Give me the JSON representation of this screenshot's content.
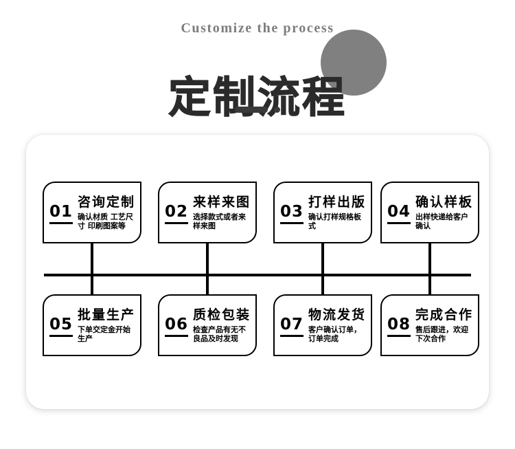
{
  "header": {
    "eyebrow": "Customize the process",
    "title": "定制流程",
    "circle_color": "#808080",
    "divider_color": "#3a3a3a"
  },
  "flow": {
    "line_color": "#000000",
    "steps": [
      {
        "num": "01",
        "title": "咨询定制",
        "desc": "确认材质 工艺尺寸 印刷图案等",
        "row": "top"
      },
      {
        "num": "02",
        "title": "来样来图",
        "desc": "选择款式或者来样来图",
        "row": "top"
      },
      {
        "num": "03",
        "title": "打样出版",
        "desc": "确认打样规格板式",
        "row": "top"
      },
      {
        "num": "04",
        "title": "确认样板",
        "desc": "出样快递给客户确认",
        "row": "top"
      },
      {
        "num": "05",
        "title": "批量生产",
        "desc": "下单交定金开始生产",
        "row": "bottom"
      },
      {
        "num": "06",
        "title": "质检包装",
        "desc": "检查产品有无不良品及时发现",
        "row": "bottom"
      },
      {
        "num": "07",
        "title": "物流发货",
        "desc": "客户确认订单，订单完成",
        "row": "bottom"
      },
      {
        "num": "08",
        "title": "完成合作",
        "desc": "售后跟进，欢迎下次合作",
        "row": "bottom"
      }
    ]
  }
}
